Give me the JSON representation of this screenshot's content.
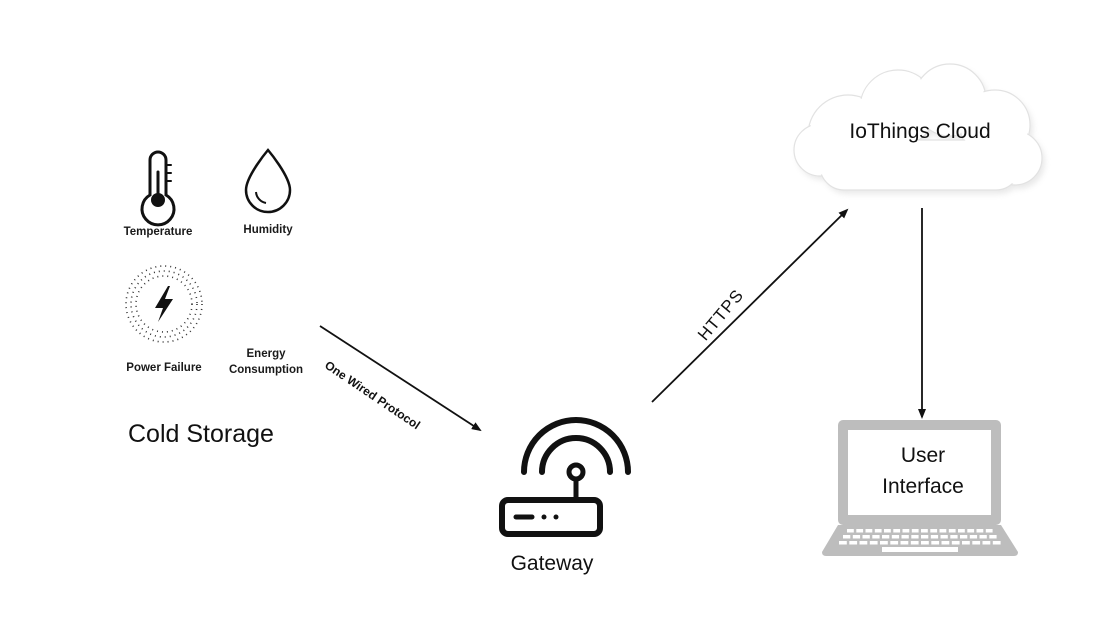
{
  "sensors": {
    "temperature": "Temperature",
    "humidity": "Humidity",
    "power_failure": "Power Failure",
    "energy_line1": "Energy",
    "energy_line2": "Consumption"
  },
  "cold_storage": "Cold Storage",
  "gateway": "Gateway",
  "cloud": "IoThings Cloud",
  "user_interface_line1": "User",
  "user_interface_line2": "Interface",
  "connections": {
    "sensor_to_gateway": "One Wired Protocol",
    "gateway_to_cloud": "HTTPS"
  },
  "icons": [
    "thermometer-icon",
    "water-drop-icon",
    "lightning-icon",
    "router-icon",
    "cloud-icon",
    "laptop-icon"
  ],
  "colors": {
    "stroke": "#111111",
    "laptop": "#bdbdbd",
    "cloud_outline": "#dcdcdc"
  }
}
